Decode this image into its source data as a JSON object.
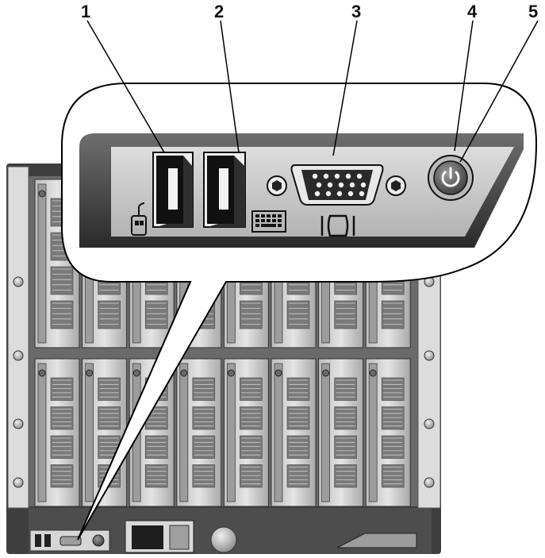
{
  "callouts": [
    {
      "number": "1",
      "name": "usb-mouse-port"
    },
    {
      "number": "2",
      "name": "usb-keyboard-port"
    },
    {
      "number": "3",
      "name": "video-connector"
    },
    {
      "number": "4",
      "name": "power-button"
    },
    {
      "number": "5",
      "name": "power-indicator"
    }
  ],
  "chassis": {
    "blade_rows": 2,
    "blades_per_row": 8
  },
  "icons": {
    "mouse": "mouse-icon",
    "keyboard": "keyboard-icon",
    "video": "video-icon",
    "power": "power-icon"
  },
  "colors": {
    "chassis_frame": "#4a4a4a",
    "chassis_dark": "#222222",
    "blade_face": "#d9d9d9",
    "blade_shadow": "#8f8f8f",
    "panel_dark": "#2b2b2b",
    "panel_face": "#cfcfcf",
    "power_ring": "#777777",
    "bubble_fill": "#ffffff"
  }
}
